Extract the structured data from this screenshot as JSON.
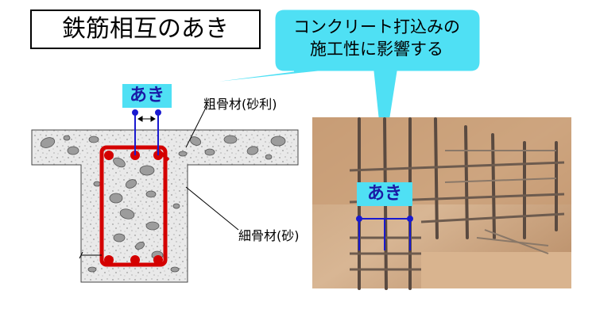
{
  "title": "鉄筋相互のあき",
  "callout": {
    "line1": "コンクリート打込みの",
    "line2": "施工性に影響する"
  },
  "spacing_label": "あき",
  "photo_spacing_label": "あき",
  "labels": {
    "coarse_aggregate": "粗骨材(砂利)",
    "fine_aggregate": "細骨材(砂)"
  },
  "colors": {
    "callout_fill": "#4fe0f4",
    "rebar": "#d40000",
    "dimension": "#1a1ad0"
  }
}
